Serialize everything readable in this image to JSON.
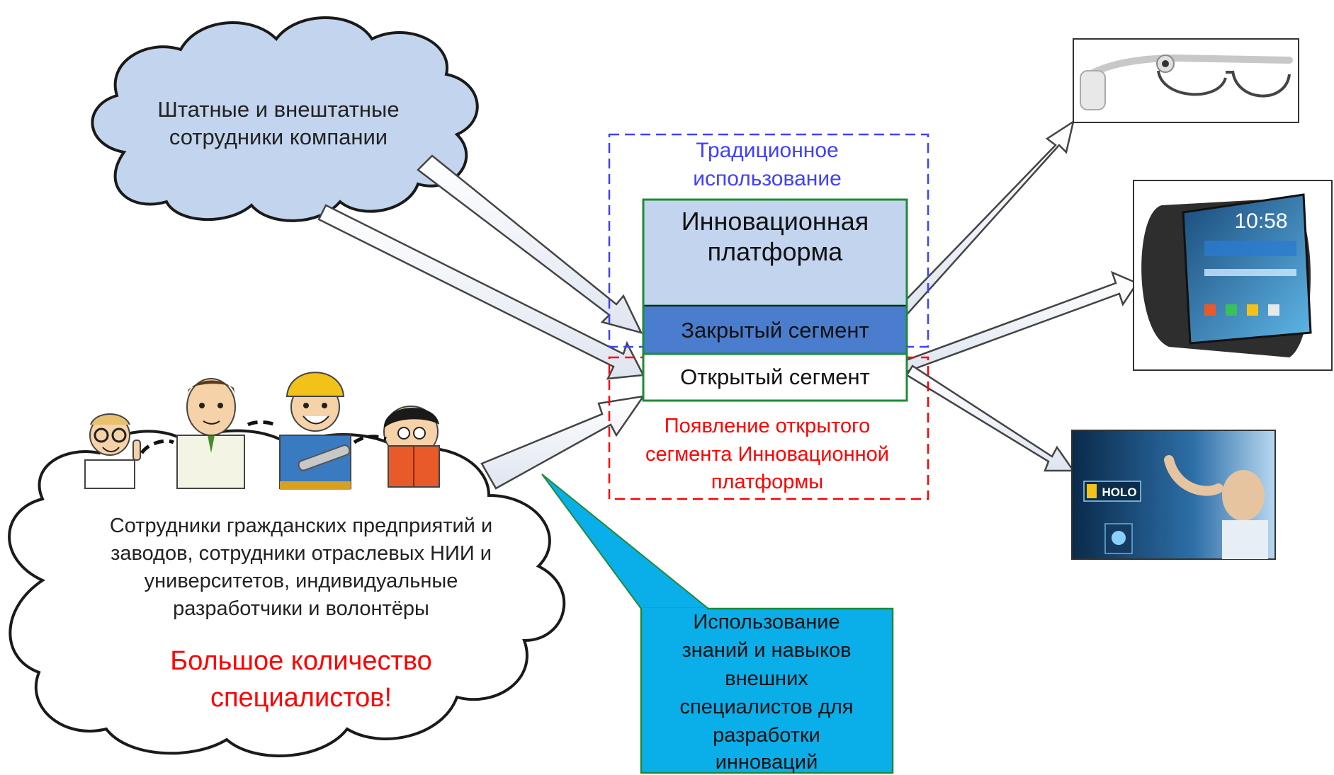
{
  "top_cloud": {
    "lines": [
      "Штатные и внештатные",
      "сотрудники компании"
    ],
    "fill": "#c3d5ee"
  },
  "bottom_cloud": {
    "lines": [
      "Сотрудники гражданских предприятий и",
      "заводов, сотрудники отраслевых НИИ и",
      "университетов, индивидуальные",
      "разработчики и волонтёры"
    ],
    "highlight_lines": [
      "Большое количество",
      "специалистов!"
    ],
    "highlight_color": "#ff0000"
  },
  "traditional_label": {
    "lines": [
      "Традиционное",
      "использование"
    ],
    "color": "#4040ff"
  },
  "platform": {
    "title_lines": [
      "Инновационная",
      "платформа"
    ],
    "closed_segment": "Закрытый сегмент",
    "open_segment": "Открытый сегмент",
    "title_fill": "#c3d5ee",
    "closed_fill": "#4a7dcd",
    "border_color": "#1e8b3a"
  },
  "open_label": {
    "lines": [
      "Появление открытого",
      "сегмента Инновационной",
      "платформы"
    ],
    "color": "#ff0000"
  },
  "callout": {
    "lines": [
      "Использование",
      "знаний и навыков",
      "внешних",
      "специалистов для",
      "разработки",
      "инноваций"
    ],
    "fill": "#0aaee8"
  },
  "people_icons": [
    "scientist-figure",
    "clerk-figure",
    "builder-figure",
    "student-figure"
  ],
  "products": [
    "smart-glasses-picture",
    "flexible-smartwatch-picture",
    "hologram-display-picture"
  ],
  "product_logo_text": "HOLO",
  "product_watch_time": "10:58"
}
